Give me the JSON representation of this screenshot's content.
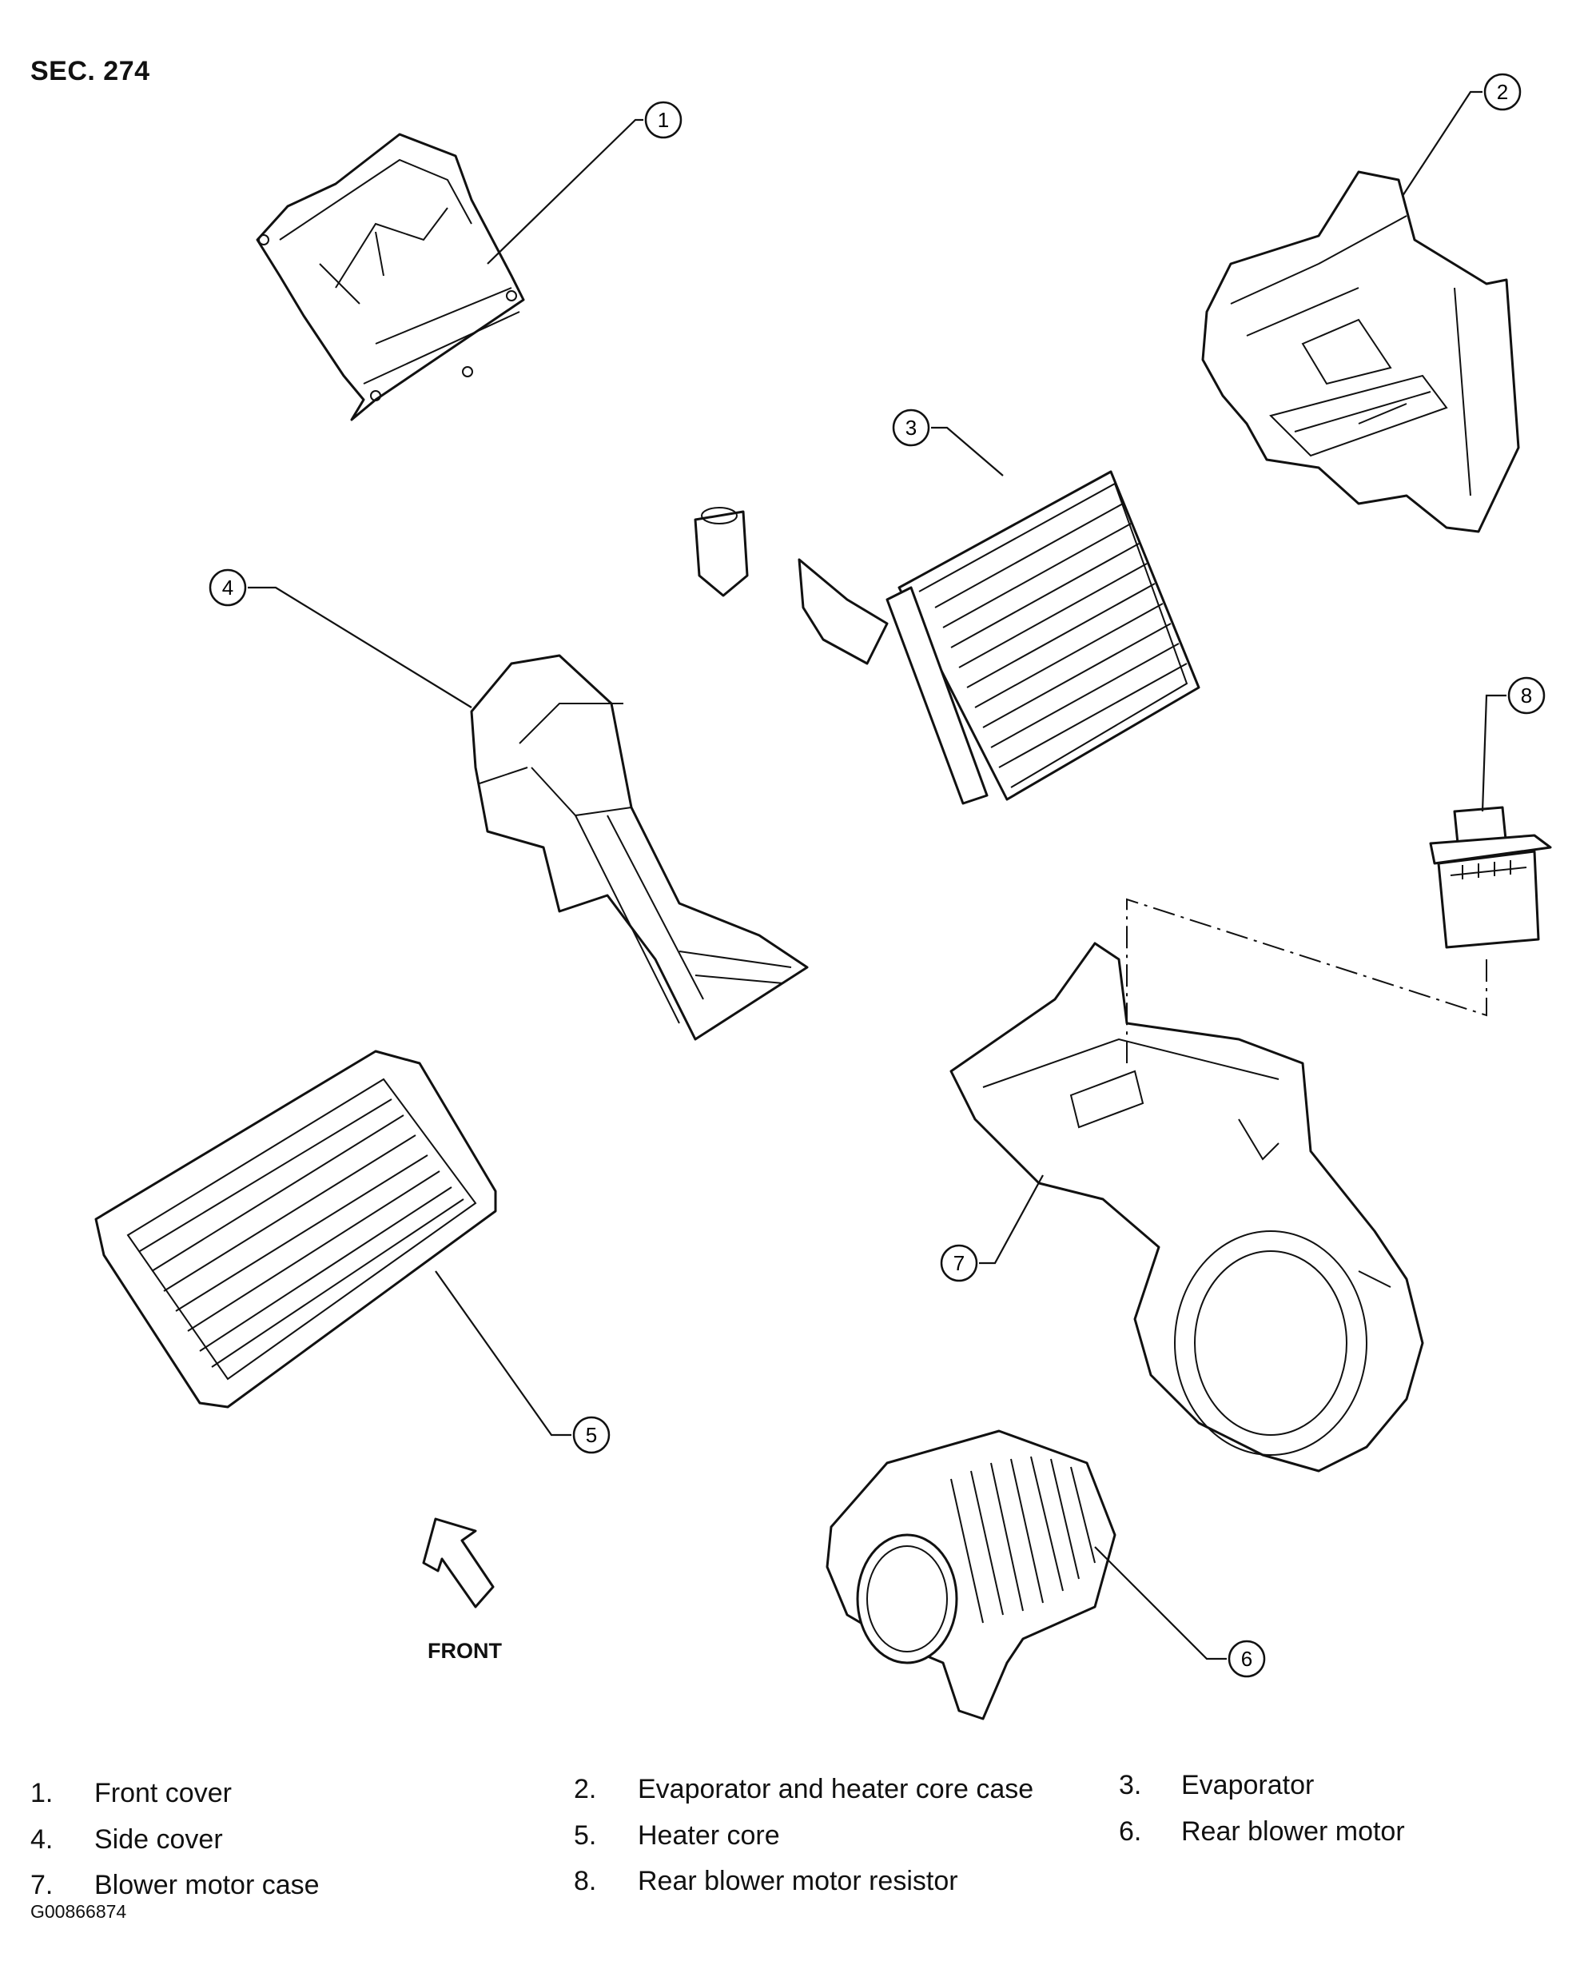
{
  "section_label": "SEC. 274",
  "front_label": "FRONT",
  "figure_code": "G00866874",
  "callouts": [
    "1",
    "2",
    "3",
    "4",
    "5",
    "6",
    "7",
    "8"
  ],
  "legend": [
    {
      "num": "1.",
      "label": "Front cover"
    },
    {
      "num": "2.",
      "label": "Evaporator and heater core case"
    },
    {
      "num": "3.",
      "label": "Evaporator"
    },
    {
      "num": "4.",
      "label": "Side cover"
    },
    {
      "num": "5.",
      "label": "Heater core"
    },
    {
      "num": "6.",
      "label": "Rear blower motor"
    },
    {
      "num": "7.",
      "label": "Blower motor case"
    },
    {
      "num": "8.",
      "label": "Rear blower motor resistor"
    }
  ]
}
